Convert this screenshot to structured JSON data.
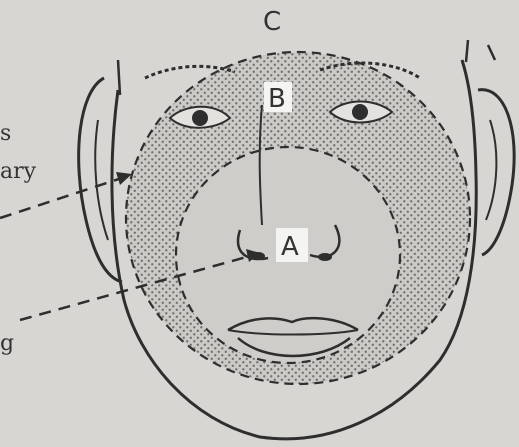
{
  "figure": {
    "zone_labels": {
      "a": "A",
      "b": "B",
      "c": "C"
    },
    "cropped_left_labels": {
      "top_fragment_1": "s",
      "top_fragment_2": "ary",
      "bottom_fragment": "g"
    }
  },
  "colors": {
    "paper": "#d7d6d3",
    "ink": "#2e2e2e",
    "stipple_zone": "#c9c8c4",
    "inner_zone": "#cecdca",
    "label_box": "#f4f4f2"
  }
}
